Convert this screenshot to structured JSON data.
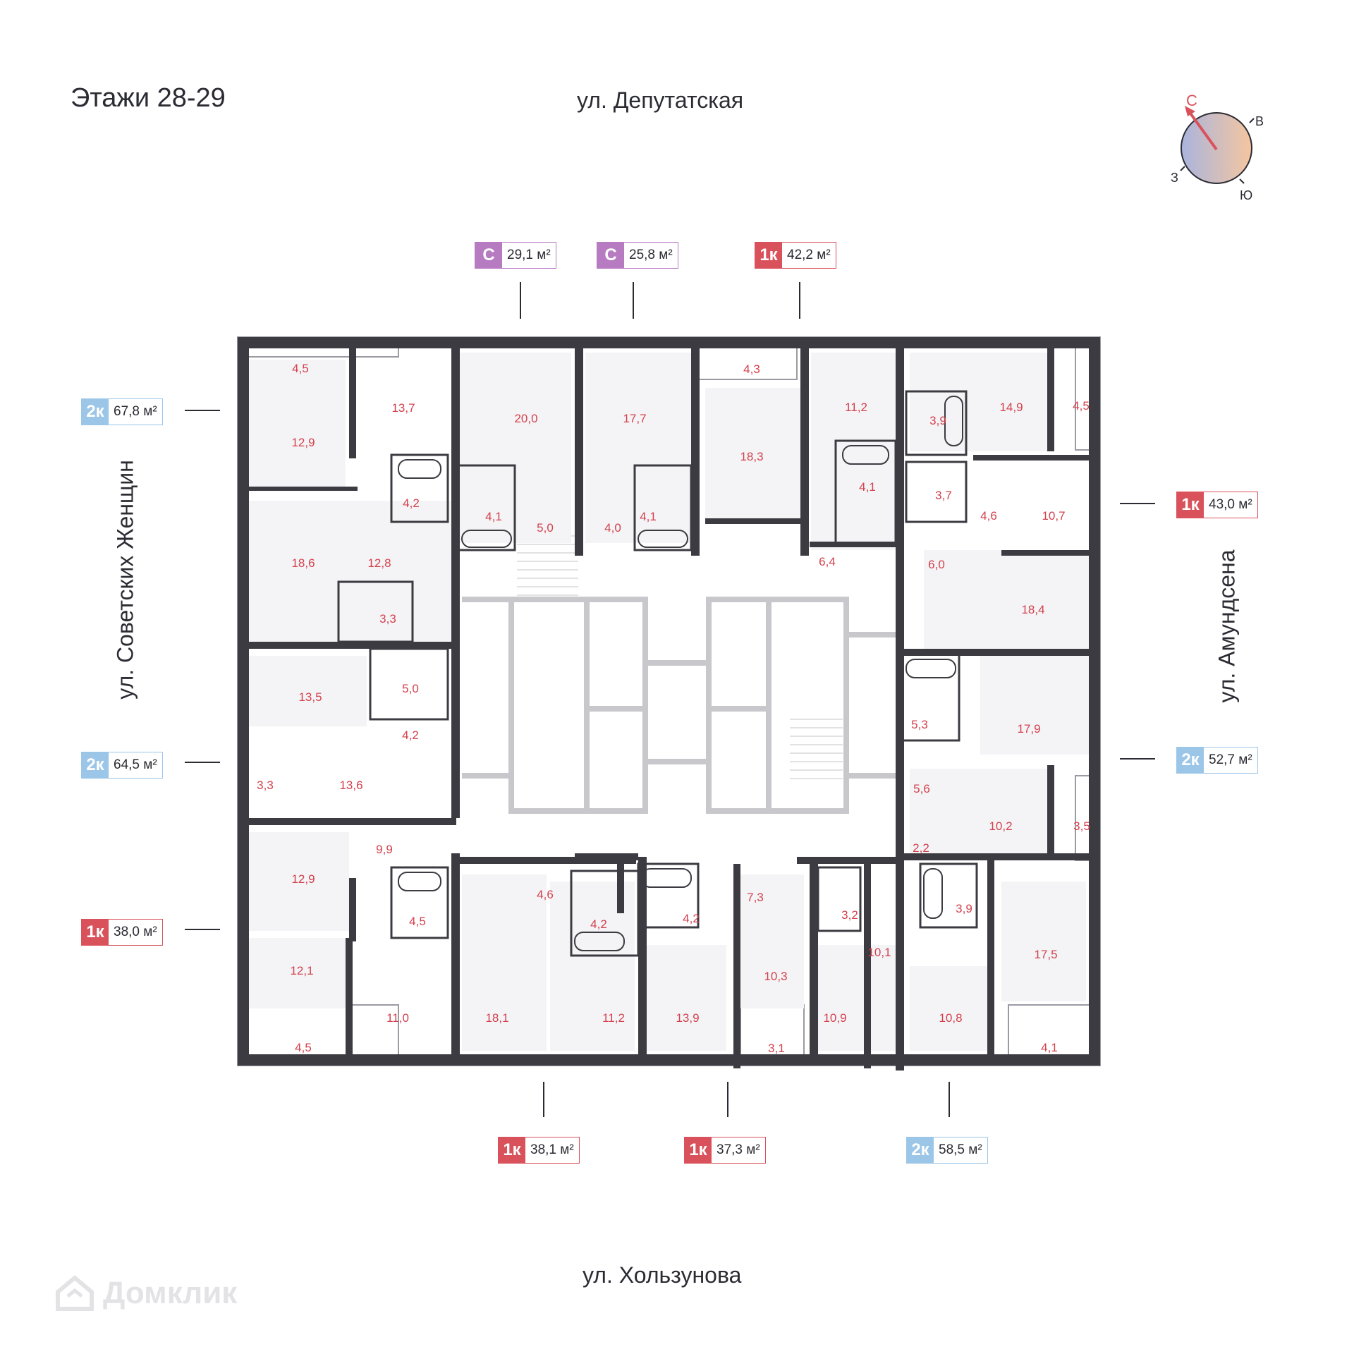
{
  "floor_title": "Этажи 28-29",
  "streets": {
    "top": "ул. Депутатская",
    "bottom": "ул. Хользунова",
    "left": "ул. Советских Женщин",
    "right": "ул. Амундсена"
  },
  "compass": {
    "north": "С",
    "east": "В",
    "south": "Ю",
    "west": "З"
  },
  "colors": {
    "studio": "#b77bc2",
    "one_room": "#d9525b",
    "two_room": "#9cc6e8",
    "wall": "#3d3b42",
    "area_text": "#d3414d"
  },
  "apartments": [
    {
      "type": "С",
      "area": "29,1 м²",
      "color": "studio"
    },
    {
      "type": "С",
      "area": "25,8 м²",
      "color": "studio"
    },
    {
      "type": "1к",
      "area": "42,2 м²",
      "color": "one_room"
    },
    {
      "type": "2к",
      "area": "67,8 м²",
      "color": "two_room"
    },
    {
      "type": "2к",
      "area": "64,5 м²",
      "color": "two_room"
    },
    {
      "type": "1к",
      "area": "38,0 м²",
      "color": "one_room"
    },
    {
      "type": "1к",
      "area": "43,0 м²",
      "color": "one_room"
    },
    {
      "type": "2к",
      "area": "52,7 м²",
      "color": "two_room"
    },
    {
      "type": "1к",
      "area": "38,1 м²",
      "color": "one_room"
    },
    {
      "type": "1к",
      "area": "37,3 м²",
      "color": "one_room"
    },
    {
      "type": "2к",
      "area": "58,5 м²",
      "color": "two_room"
    }
  ],
  "rooms": [
    "4,5",
    "13,7",
    "12,9",
    "4,2",
    "18,6",
    "12,8",
    "3,3",
    "13,5",
    "5,0",
    "4,2",
    "3,3",
    "13,6",
    "9,9",
    "12,9",
    "4,5",
    "12,1",
    "11,0",
    "4,5",
    "20,0",
    "4,1",
    "5,0",
    "17,7",
    "4,0",
    "4,1",
    "4,3",
    "18,3",
    "11,2",
    "4,1",
    "6,4",
    "3,9",
    "14,9",
    "4,5",
    "3,7",
    "4,6",
    "10,7",
    "6,0",
    "18,4",
    "5,3",
    "17,9",
    "5,6",
    "10,2",
    "3,5",
    "2,2",
    "4,6",
    "18,1",
    "4,2",
    "11,2",
    "4,2",
    "7,3",
    "13,9",
    "10,3",
    "3,1",
    "3,2",
    "10,1",
    "10,9",
    "3,9",
    "10,8",
    "17,5",
    "4,1"
  ],
  "watermark": "Домклик"
}
